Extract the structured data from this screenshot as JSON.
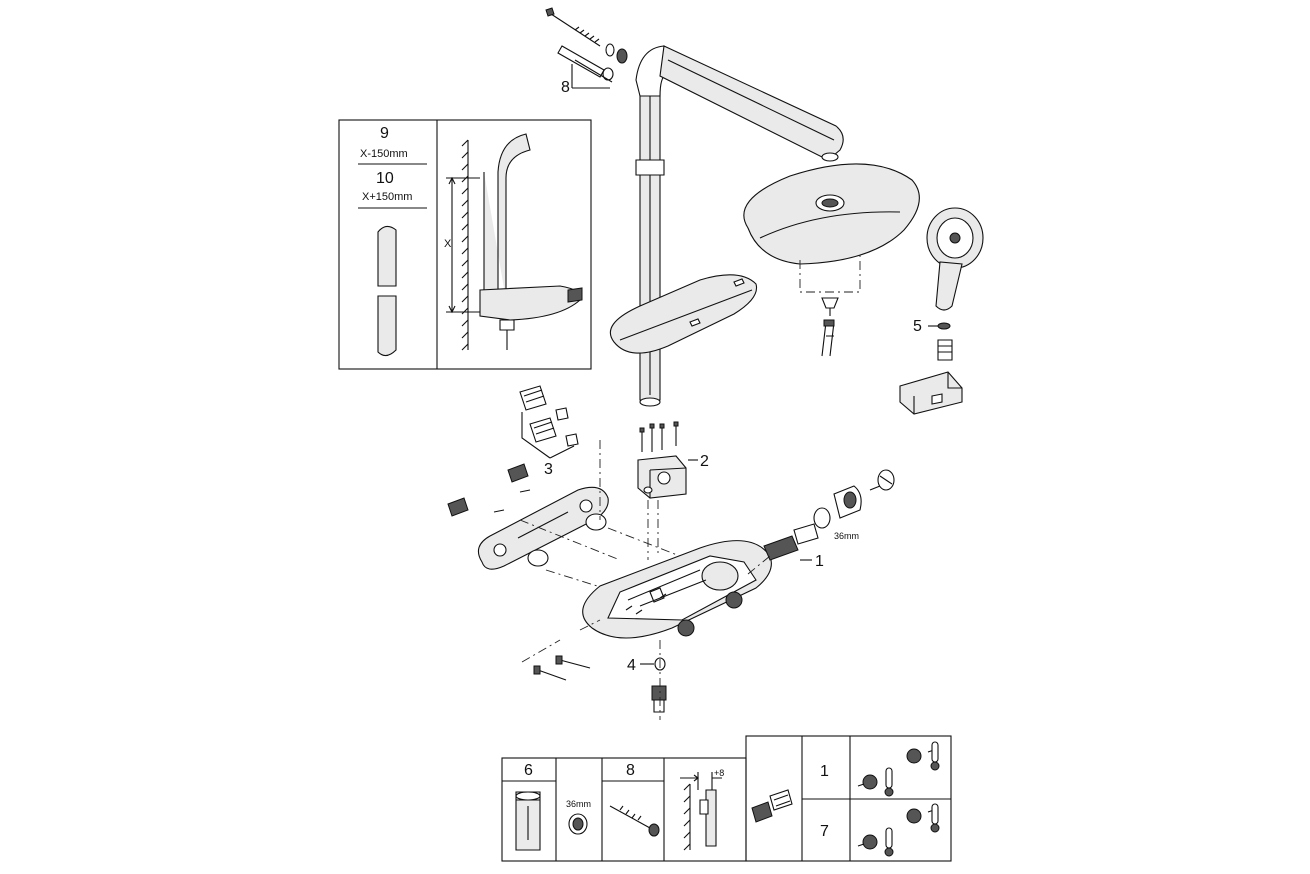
{
  "callouts": {
    "c1": "1",
    "c2": "2",
    "c3": "3",
    "c4": "4",
    "c5": "5",
    "c8": "8"
  },
  "inset": {
    "item9": "9",
    "item9_dim": "X-150mm",
    "item10": "10",
    "item10_dim": "X+150mm",
    "x_label": "X"
  },
  "annotation_36mm": "36mm",
  "bottom_table": {
    "col6": "6",
    "tool_size": "36mm",
    "col8": "8",
    "offset": "+8",
    "row1": "1",
    "row7": "7"
  },
  "icons": [
    "screw-icon",
    "dowel-icon",
    "wrench-icon",
    "thermometer-icon",
    "valve-icon"
  ]
}
